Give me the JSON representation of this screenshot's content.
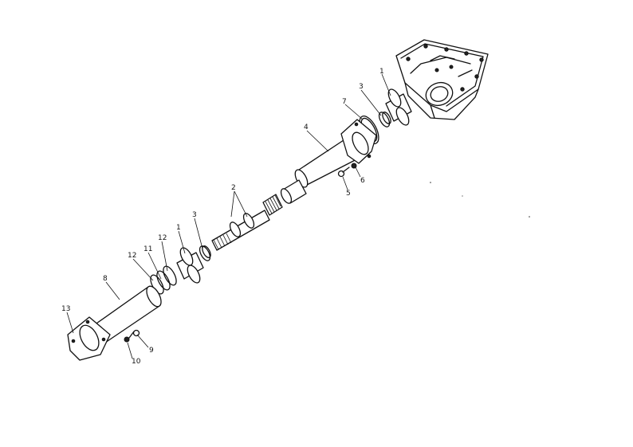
{
  "callouts": [
    {
      "id": "label-1-top",
      "text": "1"
    },
    {
      "id": "label-3-top",
      "text": "3"
    },
    {
      "id": "label-7",
      "text": "7"
    },
    {
      "id": "label-4",
      "text": "4"
    },
    {
      "id": "label-6",
      "text": "6"
    },
    {
      "id": "label-5",
      "text": "5"
    },
    {
      "id": "label-2",
      "text": "2"
    },
    {
      "id": "label-3-mid",
      "text": "3"
    },
    {
      "id": "label-1-mid",
      "text": "1"
    },
    {
      "id": "label-12-a",
      "text": "12"
    },
    {
      "id": "label-11",
      "text": "11"
    },
    {
      "id": "label-12-b",
      "text": "12"
    },
    {
      "id": "label-8",
      "text": "8"
    },
    {
      "id": "label-13",
      "text": "13"
    },
    {
      "id": "label-9",
      "text": "9"
    },
    {
      "id": "label-10",
      "text": "10"
    }
  ]
}
